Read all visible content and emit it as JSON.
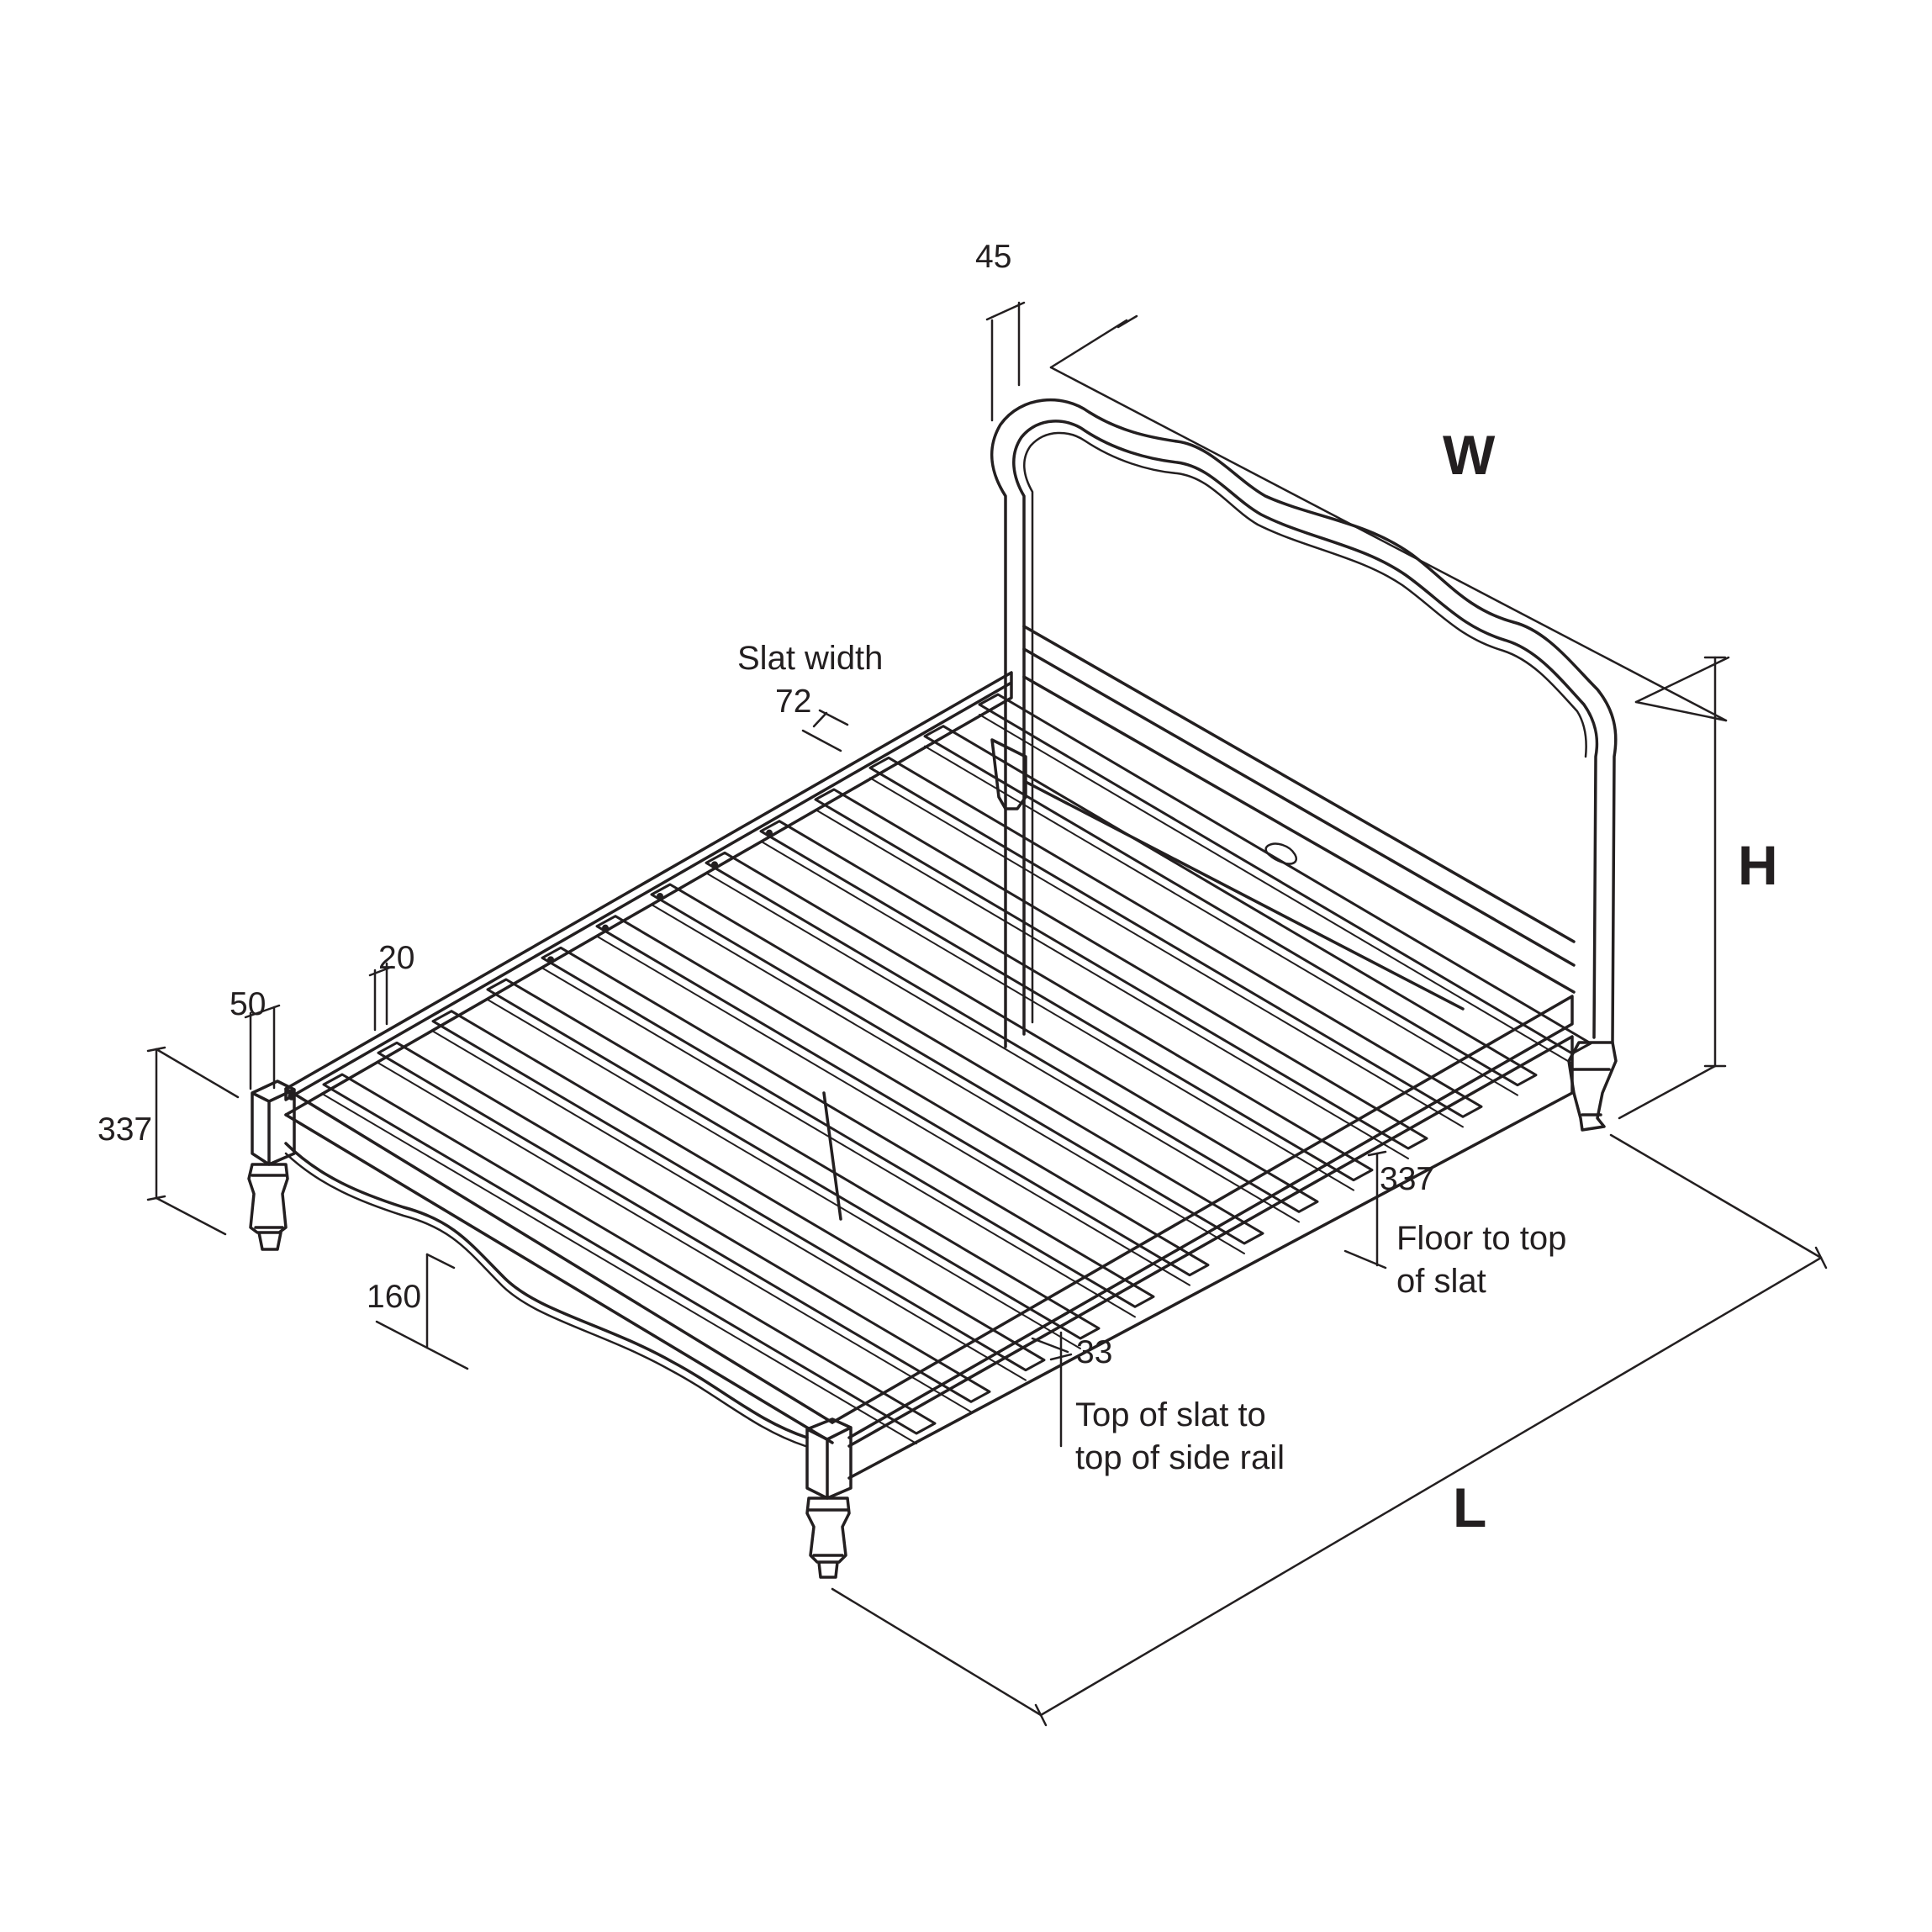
{
  "colors": {
    "ink": "#231f20",
    "background": "#ffffff"
  },
  "labels": {
    "W": "W",
    "H": "H",
    "L": "L",
    "headboard_thickness": "45",
    "slat_width_caption": "Slat width",
    "slat_width_value": "72",
    "slat_thickness": "20",
    "post_width": "50",
    "leg_height": "337",
    "floor_to_slat_value": "337",
    "floor_to_slat_caption_1": "Floor to top",
    "floor_to_slat_caption_2": "of slat",
    "rail_lip_value": "33",
    "rail_lip_caption_1": "Top of slat to",
    "rail_lip_caption_2": "top of side rail",
    "rail_depth": "160"
  }
}
